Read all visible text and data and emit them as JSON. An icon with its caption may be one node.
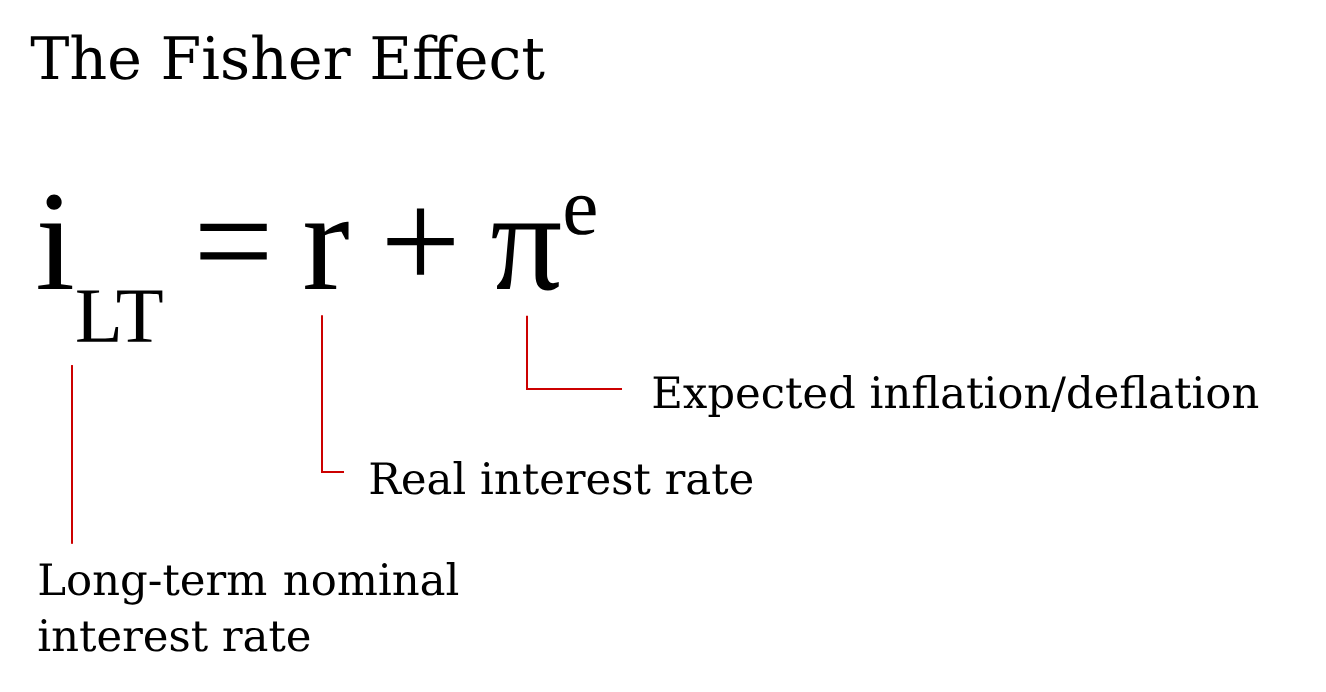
{
  "diagram": {
    "title": "The Fisher Effect",
    "nodes": [
      {
        "text": [
          "i$_{LT}$"
        ]
      },
      {
        "text": [
          "r"
        ]
      },
      {
        "text": [
          "π$^{e}$"
        ]
      },
      {
        "text": [
          "Expected inflation/deflation"
        ]
      },
      {
        "text": [
          "Real interest rate"
        ]
      },
      {
        "text": [
          "Long-term nominal interest rate"
        ]
      }
    ],
    "edges": [
      {
        "from": 5,
        "to": 0,
        "arrow": "none"
      },
      {
        "from": 4,
        "to": 1,
        "arrow": "none"
      },
      {
        "from": 3,
        "to": 2,
        "arrow": "none"
      }
    ],
    "labels": [
      "=",
      "+"
    ]
  }
}
